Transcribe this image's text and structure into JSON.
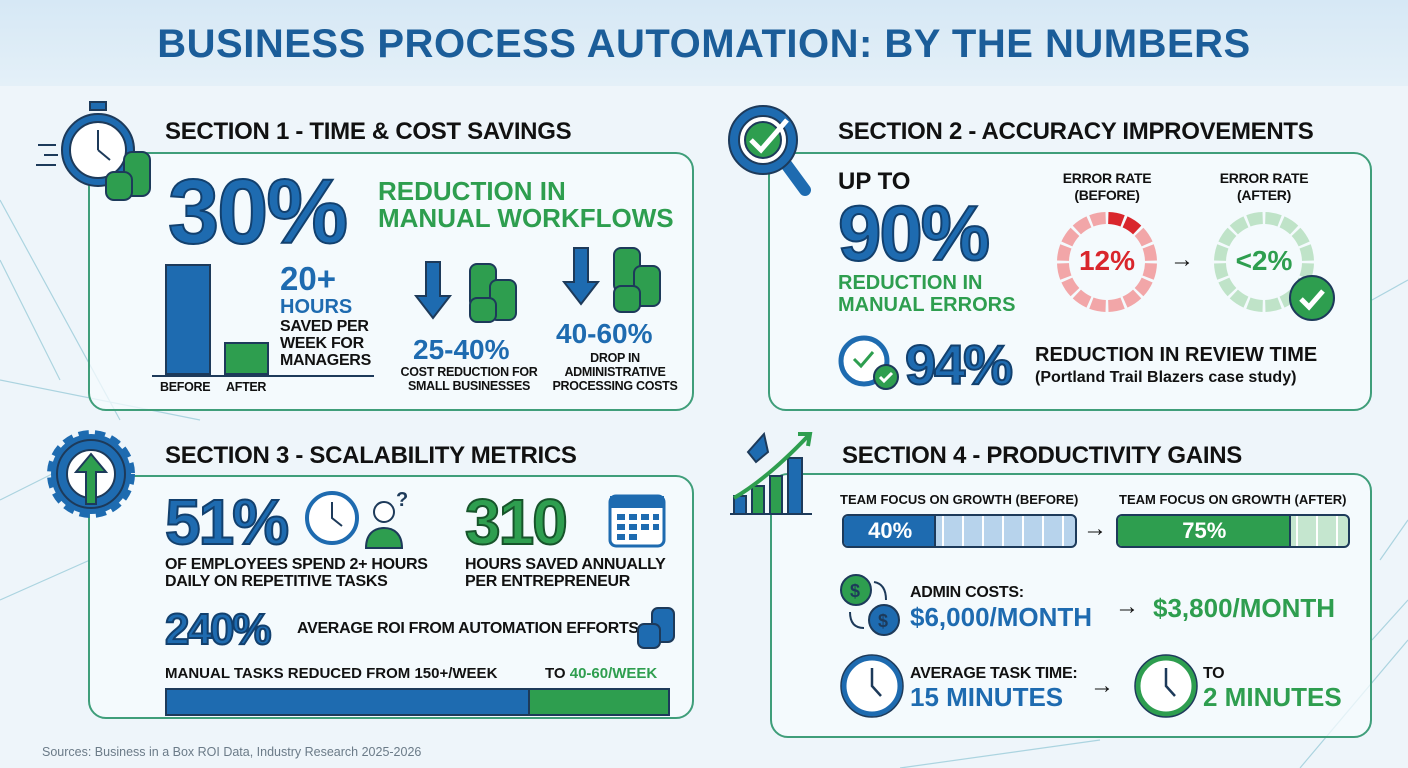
{
  "title": "BUSINESS PROCESS AUTOMATION: BY THE NUMBERS",
  "colors": {
    "blue": "#1e6bb0",
    "green": "#2e9e4f",
    "red": "#d9262c",
    "background": "#eef5fa"
  },
  "s1": {
    "heading": "SECTION 1 - TIME & COST SAVINGS",
    "icon": "stopwatch-coins-icon",
    "big": "30%",
    "big_label_1": "REDUCTION IN",
    "big_label_2": "MANUAL WORKFLOWS",
    "chart": {
      "categories": [
        "BEFORE",
        "AFTER"
      ],
      "relative_heights": [
        1,
        0.3
      ]
    },
    "hours_value": "20+",
    "hours_unit": "HOURS",
    "hours_l1": "SAVED PER",
    "hours_l2": "WEEK FOR",
    "hours_l3": "MANAGERS",
    "cost_value": "25-40%",
    "cost_l1": "COST REDUCTION FOR",
    "cost_l2": "SMALL BUSINESSES",
    "admin_value": "40-60%",
    "admin_l1": "DROP IN",
    "admin_l2": "ADMINISTRATIVE",
    "admin_l3": "PROCESSING COSTS"
  },
  "s2": {
    "heading": "SECTION 2 - ACCURACY IMPROVEMENTS",
    "icon": "magnifier-check-icon",
    "up_to": "UP TO",
    "big": "90%",
    "label_1": "REDUCTION IN",
    "label_2": "MANUAL ERRORS",
    "before_l1": "ERROR RATE",
    "before_l2": "(BEFORE)",
    "before_value": "12%",
    "after_l1": "ERROR RATE",
    "after_l2": "(AFTER)",
    "after_value": "<2%",
    "review_value": "94%",
    "review_label": "REDUCTION IN REVIEW TIME",
    "review_note": "(Portland Trail Blazers case study)"
  },
  "s3": {
    "heading": "SECTION 3 - SCALABILITY METRICS",
    "icon": "gear-arrow-up-icon",
    "emp_value": "51%",
    "emp_l1": "OF EMPLOYEES SPEND 2+ HOURS",
    "emp_l2": "DAILY ON REPETITIVE TASKS",
    "hours_value": "310",
    "hours_l1": "HOURS SAVED ANNUALLY",
    "hours_l2": "PER ENTREPRENEUR",
    "roi_value": "240%",
    "roi_label": "AVERAGE ROI FROM AUTOMATION EFFORTS",
    "tasks_label": "MANUAL TASKS REDUCED FROM 150+/WEEK",
    "tasks_to": "TO ",
    "tasks_to_value": "40-60/WEEK"
  },
  "s4": {
    "heading": "SECTION 4 - PRODUCTIVITY GAINS",
    "icon": "rocket-growth-chart-icon",
    "before_label": "TEAM FOCUS ON GROWTH (BEFORE)",
    "before_value": "40%",
    "before_pct": 40,
    "after_label": "TEAM FOCUS ON GROWTH (AFTER)",
    "after_value": "75%",
    "after_pct": 75,
    "admin_label": "ADMIN COSTS:",
    "admin_before": "$6,000/MONTH",
    "admin_after": "$3,800/MONTH",
    "task_label": "AVERAGE TASK TIME:",
    "task_before": "15 MINUTES",
    "task_to": "TO",
    "task_after": "2 MINUTES"
  },
  "sources": "Sources: Business in a Box ROI Data, Industry Research 2025-2026"
}
